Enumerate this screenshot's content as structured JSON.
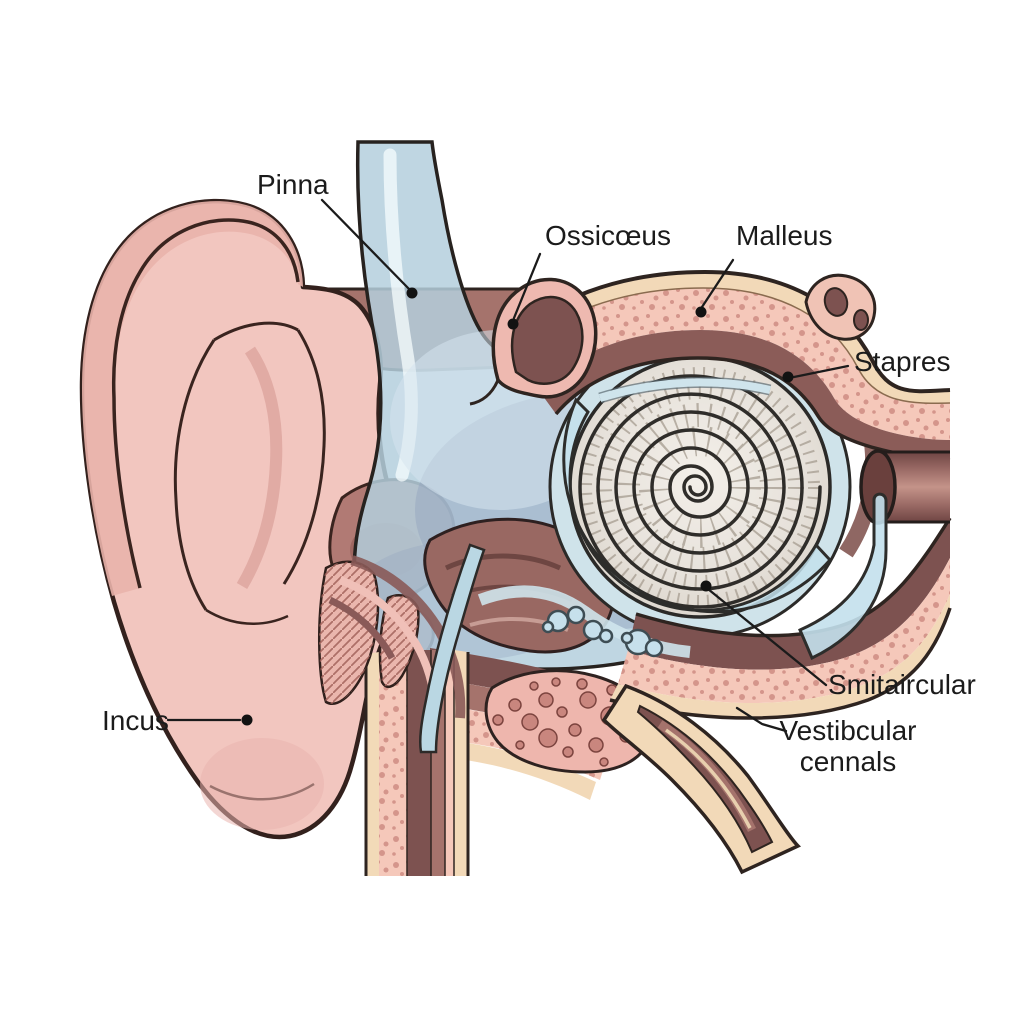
{
  "figure": {
    "type": "anatomical diagram",
    "subject": "Human ear cross-section illustration",
    "background": "#ffffff"
  },
  "labels": {
    "pinna": "Pinna",
    "ossicles": "Ossicœus",
    "malleus": "Malleus",
    "stapes": "Stapres",
    "semicircular_canals": "Smitaircular",
    "vestibular_canals_line1": "Vestibcular",
    "vestibular_canals_line2": "cennals",
    "incus": "Incus"
  },
  "palette": {
    "label_text": "#1b1b1b",
    "leader_line": "#1b1b1b",
    "outline_dark": "#2e2420",
    "skin_light": "#f2c6bf",
    "skin_shadow": "#e9b2ab",
    "concha_mauve": "#b17a74",
    "band_mauve": "#a5736c",
    "dark_mauve": "#7d5250",
    "bone_cream": "#f2d9b8",
    "spongy_pink": "#f5c8ba",
    "spongy_dots": "#d08f86",
    "canal_blue": "#bcd9e6",
    "cavity_bluegray": "#aebdd0",
    "cochlea_body": "#ebe7e1",
    "cochlea_spiral": "#2f2d2a",
    "shell_blue": "#cfe4ec",
    "bubble_blue": "#c6e0ec",
    "cylinder_mauve": "#9b6b66",
    "blob_pink": "#eeb6ad",
    "blob_dots": "#c9867e"
  }
}
